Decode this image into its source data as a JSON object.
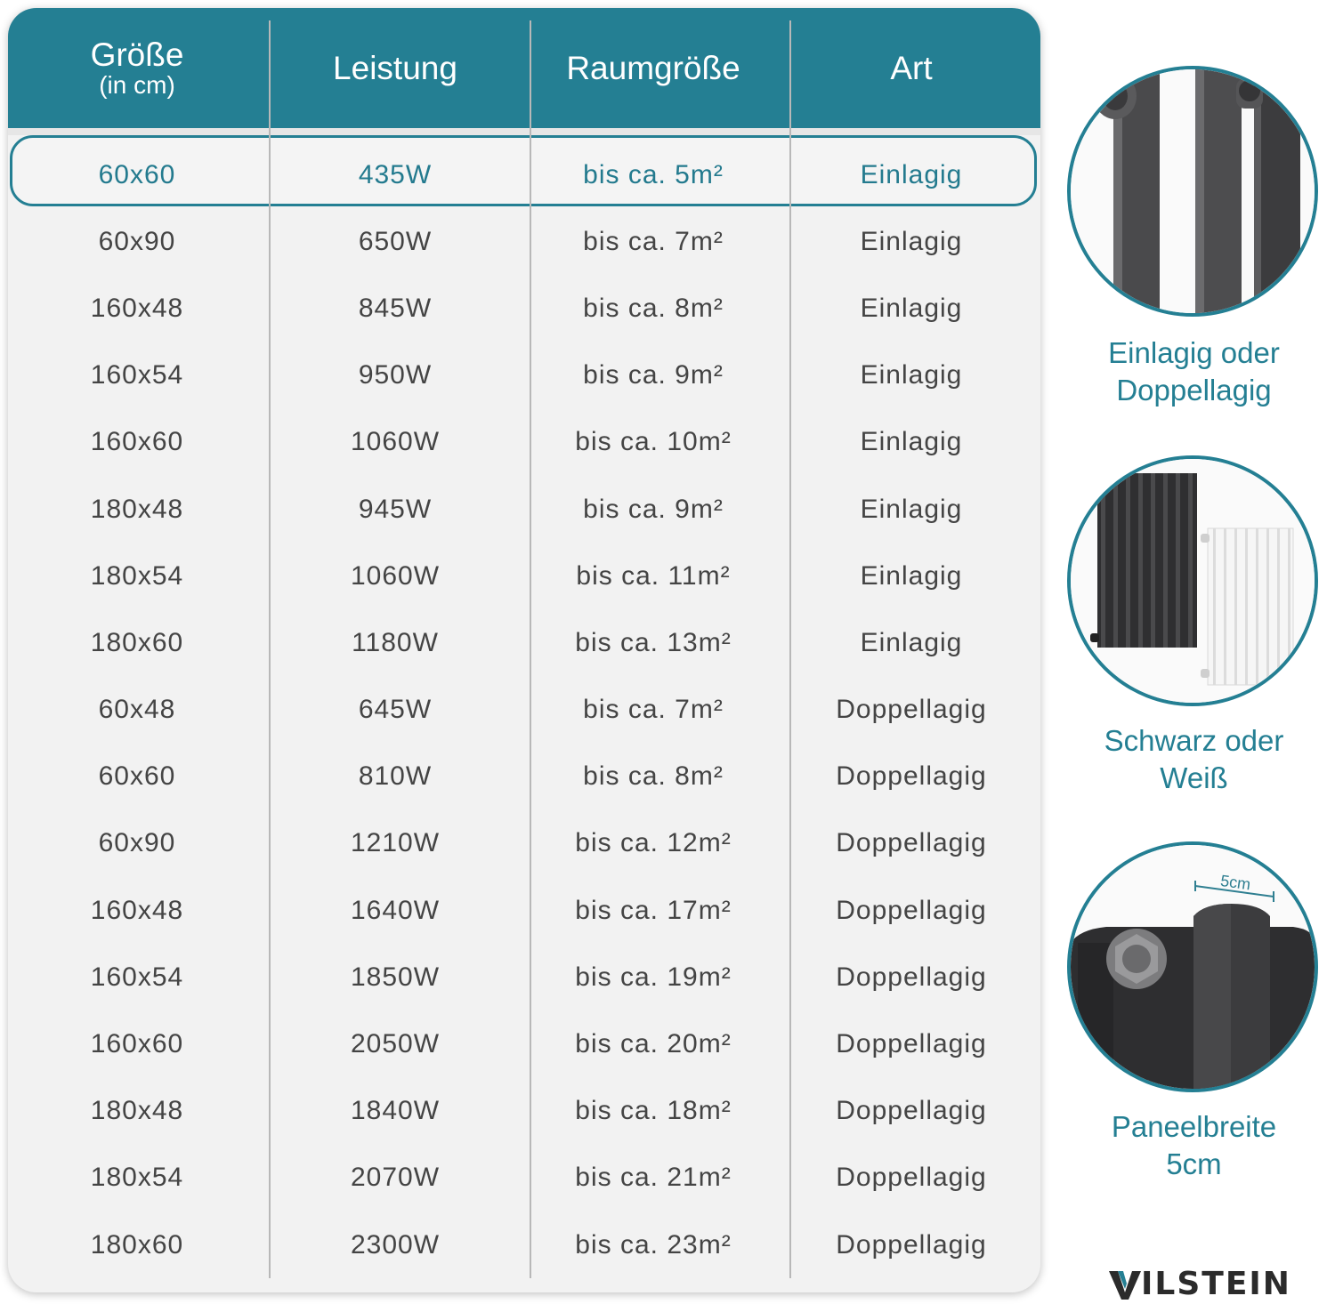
{
  "table": {
    "headers": [
      {
        "label": "Größe",
        "sub": "(in cm)"
      },
      {
        "label": "Leistung",
        "sub": ""
      },
      {
        "label": "Raumgröße",
        "sub": ""
      },
      {
        "label": "Art",
        "sub": ""
      }
    ],
    "rows": [
      [
        "60x60",
        "435W",
        "bis ca. 5m²",
        "Einlagig"
      ],
      [
        "60x90",
        "650W",
        "bis ca. 7m²",
        "Einlagig"
      ],
      [
        "160x48",
        "845W",
        "bis ca. 8m²",
        "Einlagig"
      ],
      [
        "160x54",
        "950W",
        "bis ca. 9m²",
        "Einlagig"
      ],
      [
        "160x60",
        "1060W",
        "bis ca. 10m²",
        "Einlagig"
      ],
      [
        "180x48",
        "945W",
        "bis ca. 9m²",
        "Einlagig"
      ],
      [
        "180x54",
        "1060W",
        "bis ca. 11m²",
        "Einlagig"
      ],
      [
        "180x60",
        "1180W",
        "bis ca. 13m²",
        "Einlagig"
      ],
      [
        "60x48",
        "645W",
        "bis ca. 7m²",
        "Doppellagig"
      ],
      [
        "60x60",
        "810W",
        "bis ca. 8m²",
        "Doppellagig"
      ],
      [
        "60x90",
        "1210W",
        "bis ca. 12m²",
        "Doppellagig"
      ],
      [
        "160x48",
        "1640W",
        "bis ca. 17m²",
        "Doppellagig"
      ],
      [
        "160x54",
        "1850W",
        "bis ca. 19m²",
        "Doppellagig"
      ],
      [
        "160x60",
        "2050W",
        "bis ca. 20m²",
        "Doppellagig"
      ],
      [
        "180x48",
        "1840W",
        "bis ca. 18m²",
        "Doppellagig"
      ],
      [
        "180x54",
        "2070W",
        "bis ca. 21m²",
        "Doppellagig"
      ],
      [
        "180x60",
        "2300W",
        "bis ca. 23m²",
        "Doppellagig"
      ]
    ],
    "highlighted_row": 0
  },
  "features": [
    {
      "line1": "Einlagig oder",
      "line2": "Doppellagig",
      "icon": "radiator-tubes-closeup-icon"
    },
    {
      "line1": "Schwarz oder",
      "line2": "Weiß",
      "icon": "black-white-radiators-icon"
    },
    {
      "line1": "Paneelbreite",
      "line2": "5cm",
      "icon": "panel-width-closeup-icon"
    }
  ],
  "panel_width_annotation": "5cm",
  "brand": "ILSTEIN",
  "colors": {
    "accent": "#247f93",
    "text": "#444444",
    "table_bg": "#f2f2f2"
  }
}
